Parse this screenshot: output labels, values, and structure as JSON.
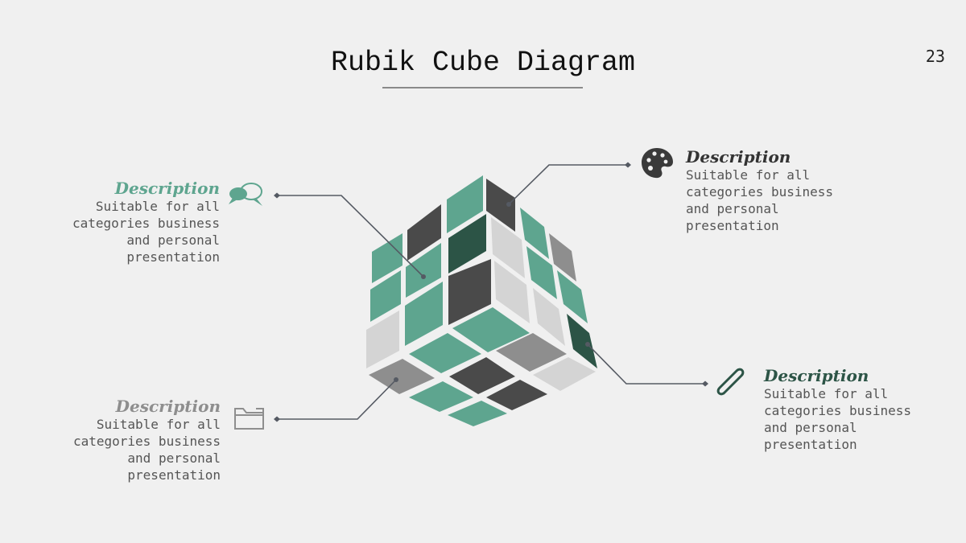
{
  "page": {
    "title": "Rubik Cube Diagram",
    "number": "23"
  },
  "colors": {
    "green": "#5ea58f",
    "dark_green": "#2c5446",
    "dark_gray": "#4a4a4a",
    "mid_gray": "#8e8e8e",
    "light_gray": "#d4d4d4",
    "connector": "#555a63"
  },
  "callouts": [
    {
      "id": "top-left",
      "heading": "Description",
      "heading_color": "#5ea58f",
      "body": "Suitable for all\ncategories business\nand personal\npresentation",
      "icon": "speech-bubbles-icon"
    },
    {
      "id": "top-right",
      "heading": "Description",
      "heading_color": "#333333",
      "body": "Suitable for all\ncategories business\nand personal\npresentation",
      "icon": "palette-icon"
    },
    {
      "id": "bottom-left",
      "heading": "Description",
      "heading_color": "#8e8e8e",
      "body": "Suitable for all\ncategories business\nand personal\npresentation",
      "icon": "folder-icon"
    },
    {
      "id": "bottom-right",
      "heading": "Description",
      "heading_color": "#2c5446",
      "body": "Suitable for all\ncategories business\nand personal\npresentation",
      "icon": "paperclip-icon"
    }
  ]
}
